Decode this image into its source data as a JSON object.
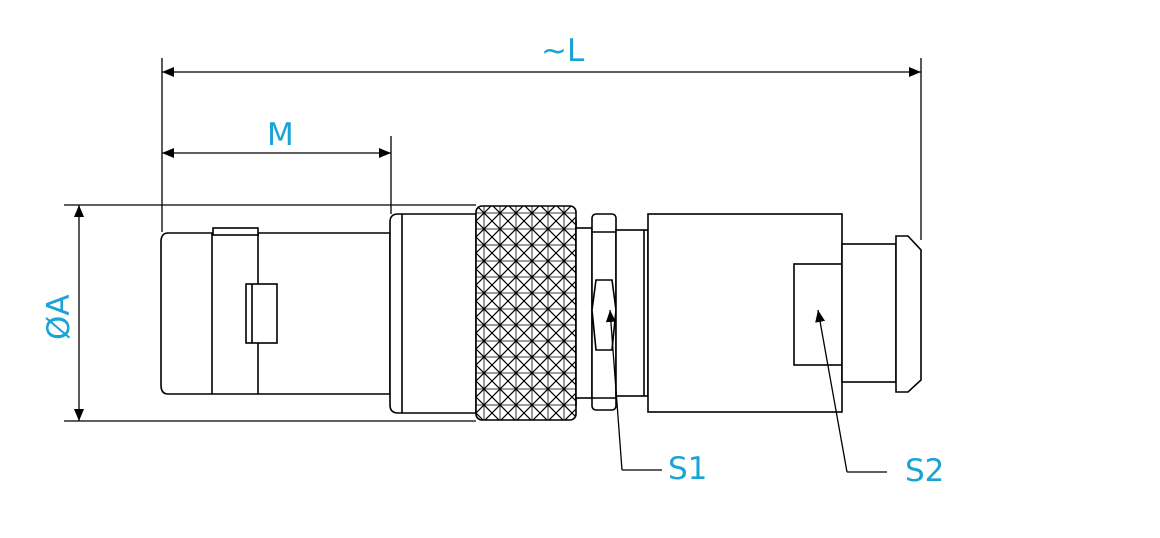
{
  "colors": {
    "label": "#1aa3d6",
    "line": "#000000",
    "background": "#ffffff"
  },
  "dimensions": {
    "overall_length": "~L",
    "m_length": "M",
    "diameter": "ØA",
    "s1": "S1",
    "s2": "S2"
  }
}
